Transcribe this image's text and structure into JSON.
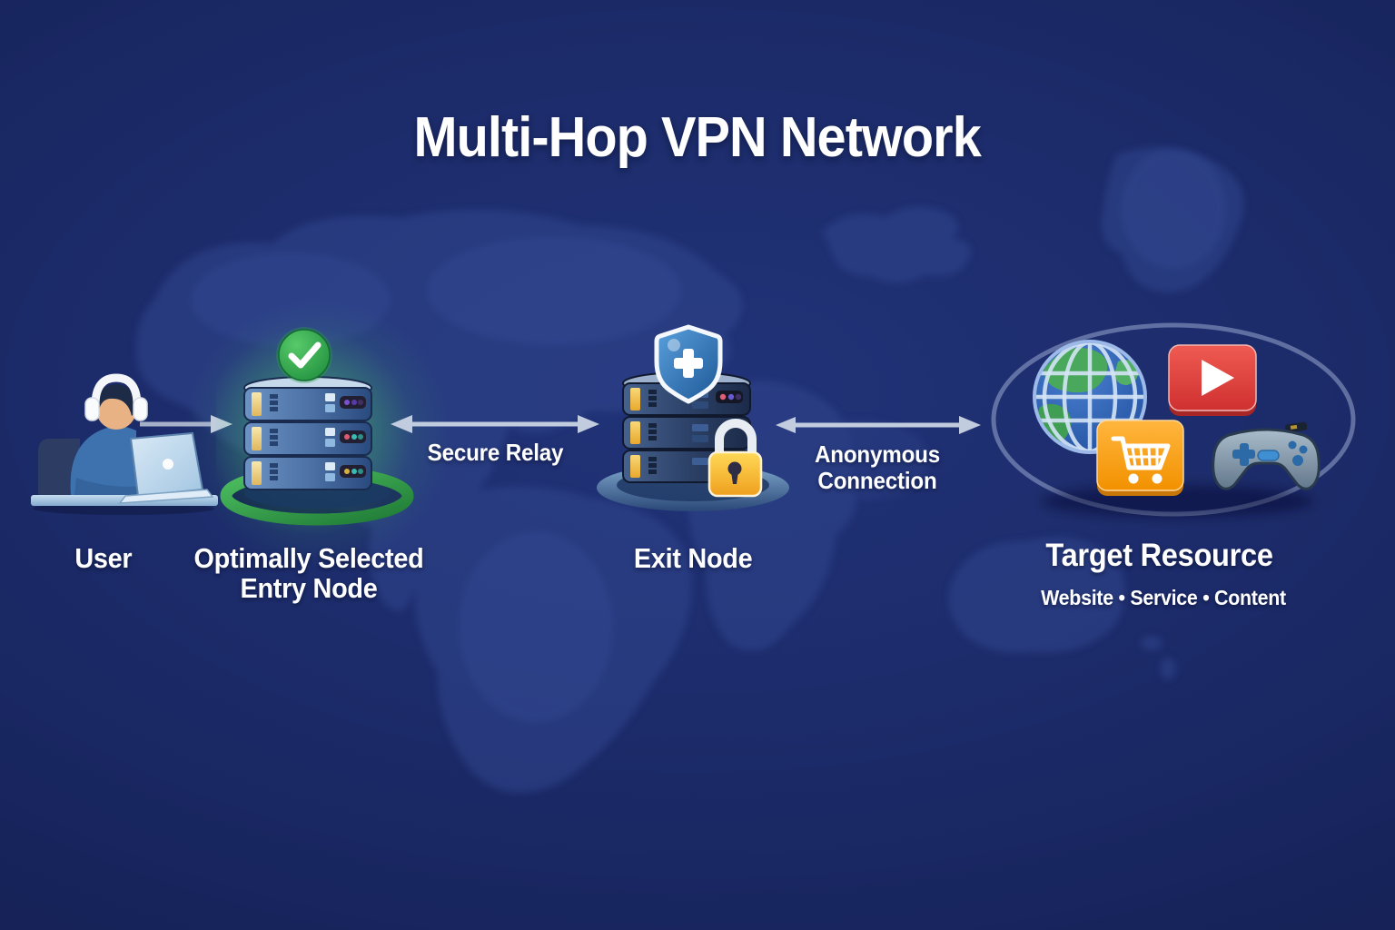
{
  "title": "Multi-Hop VPN Network",
  "nodes": {
    "user": {
      "label": "User"
    },
    "entry": {
      "label_line1": "Optimally Selected",
      "label_line2": "Entry Node"
    },
    "exit": {
      "label": "Exit Node"
    },
    "target": {
      "label": "Target Resource",
      "sublabel": "Website • Service • Content"
    }
  },
  "connections": {
    "user_to_entry": {
      "style": "single-arrow-right"
    },
    "entry_to_exit": {
      "label": "Secure Relay",
      "style": "double-arrow"
    },
    "exit_to_target": {
      "label_line1": "Anonymous",
      "label_line2": "Connection",
      "style": "double-arrow"
    }
  },
  "icons": {
    "user": "user-at-laptop-icon",
    "entry": [
      "check-badge-icon",
      "server-stack-icon",
      "green-ring-platform-icon"
    ],
    "exit": [
      "shield-cross-icon",
      "server-stack-icon",
      "padlock-icon",
      "blue-platform-icon"
    ],
    "target": [
      "globe-icon",
      "video-play-icon",
      "shopping-cart-icon",
      "game-controller-icon",
      "orbit-ring-icon"
    ],
    "background": "world-map"
  },
  "colors": {
    "background_navy": "#17245c",
    "map_blue": "#31478f",
    "accent_green": "#2ea44f",
    "entry_server_blue": "#4a6fa3",
    "exit_server_navy": "#2d4268",
    "shield_blue": "#2f6db4",
    "lock_yellow": "#f7b733",
    "play_red": "#d93a35",
    "cart_orange": "#f59b00",
    "controller_gray": "#8296a8",
    "platform_blue": "#6f9cc7",
    "arrow_gray": "#c2ccdf",
    "text_white": "#ffffff"
  }
}
